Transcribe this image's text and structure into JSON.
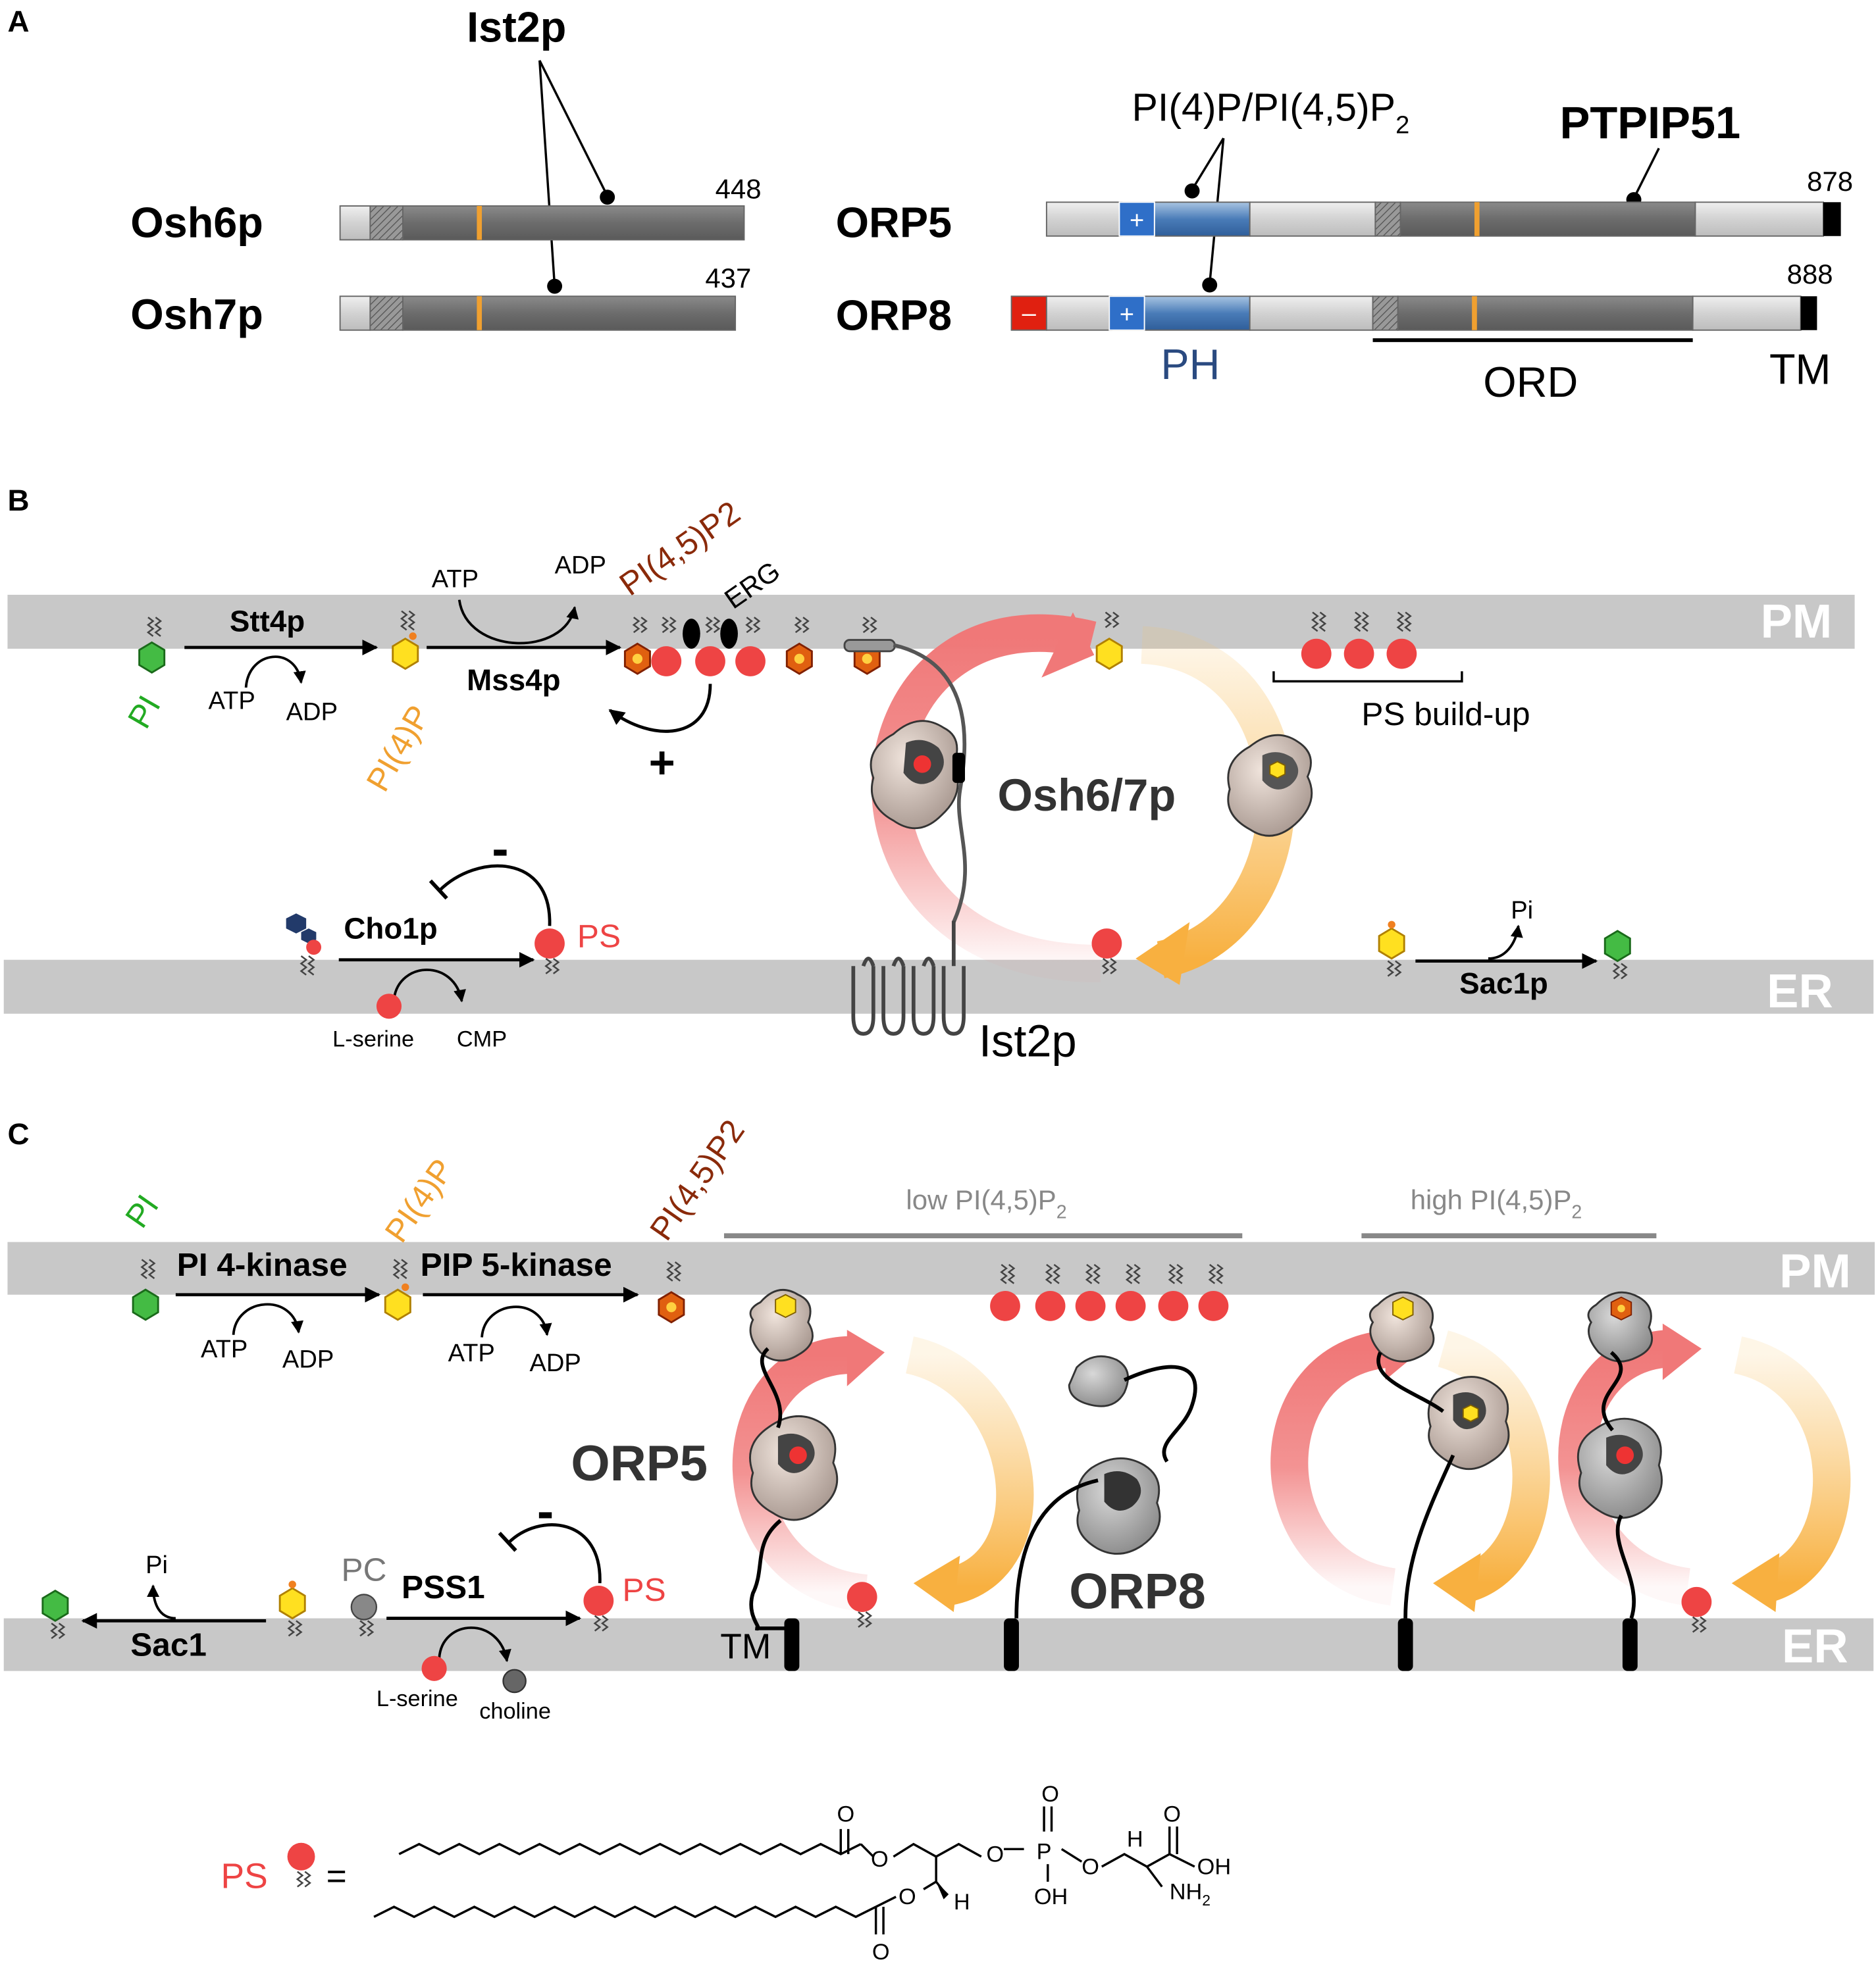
{
  "colors": {
    "membrane": "#c8c8c8",
    "membrane_label": "#ffffff",
    "pi_green": "#22aa22",
    "pi4p_orange": "#f0a030",
    "pip2_brown": "#8a2a0a",
    "ps_red": "#ee4444",
    "ph_blue": "#3a70b0",
    "ph_label": "#2a4a80",
    "pc_gray": "#777777",
    "pink_arrow": "#f07878",
    "yellow_arrow": "#f8c060"
  },
  "panel_a": {
    "letter": "A",
    "ist2p": "Ist2p",
    "osh6p": {
      "name": "Osh6p",
      "length": "448"
    },
    "osh7p": {
      "name": "Osh7p",
      "length": "437"
    },
    "orp5": {
      "name": "ORP5",
      "length": "878"
    },
    "orp8": {
      "name": "ORP8",
      "length": "888"
    },
    "lipid_label": "PI(4)P/PI(4,5)P",
    "lipid_sub": "2",
    "ptpip51": "PTPIP51",
    "ph": "PH",
    "ord": "ORD",
    "tm": "TM",
    "plus": "+",
    "minus": "–"
  },
  "panel_b": {
    "letter": "B",
    "pm": "PM",
    "er": "ER",
    "pi": "PI",
    "pi4p": "PI(4)P",
    "pip2": "PI(4,5)P2",
    "erg": "ERG",
    "stt4p": "Stt4p",
    "mss4p": "Mss4p",
    "atp": "ATP",
    "adp": "ADP",
    "plus": "+",
    "minus": "-",
    "ps_buildup": "PS build-up",
    "osh": "Osh6/7p",
    "cho1p": "Cho1p",
    "ps": "PS",
    "lserine": "L-serine",
    "cmp": "CMP",
    "ist2p": "Ist2p",
    "sac1p": "Sac1p",
    "pi_release": "Pi"
  },
  "panel_c": {
    "letter": "C",
    "pm": "PM",
    "er": "ER",
    "pi": "PI",
    "pi4p": "PI(4)P",
    "pip2": "PI(4,5)P2",
    "pi4k": "PI 4-kinase",
    "pip5k": "PIP 5-kinase",
    "atp": "ATP",
    "adp": "ADP",
    "low": "low PI(4,5)P",
    "high": "high PI(4,5)P",
    "sub2": "2",
    "orp5": "ORP5",
    "orp8": "ORP8",
    "minus": "-",
    "pc": "PC",
    "pss1": "PSS1",
    "ps": "PS",
    "lserine": "L-serine",
    "choline": "choline",
    "sac1": "Sac1",
    "pi_release": "Pi",
    "tm": "TM"
  },
  "structure": {
    "ps": "PS",
    "equals": "=",
    "o": "O",
    "p": "P",
    "oh": "OH",
    "h": "H",
    "nh": "NH",
    "sub2": "2"
  }
}
